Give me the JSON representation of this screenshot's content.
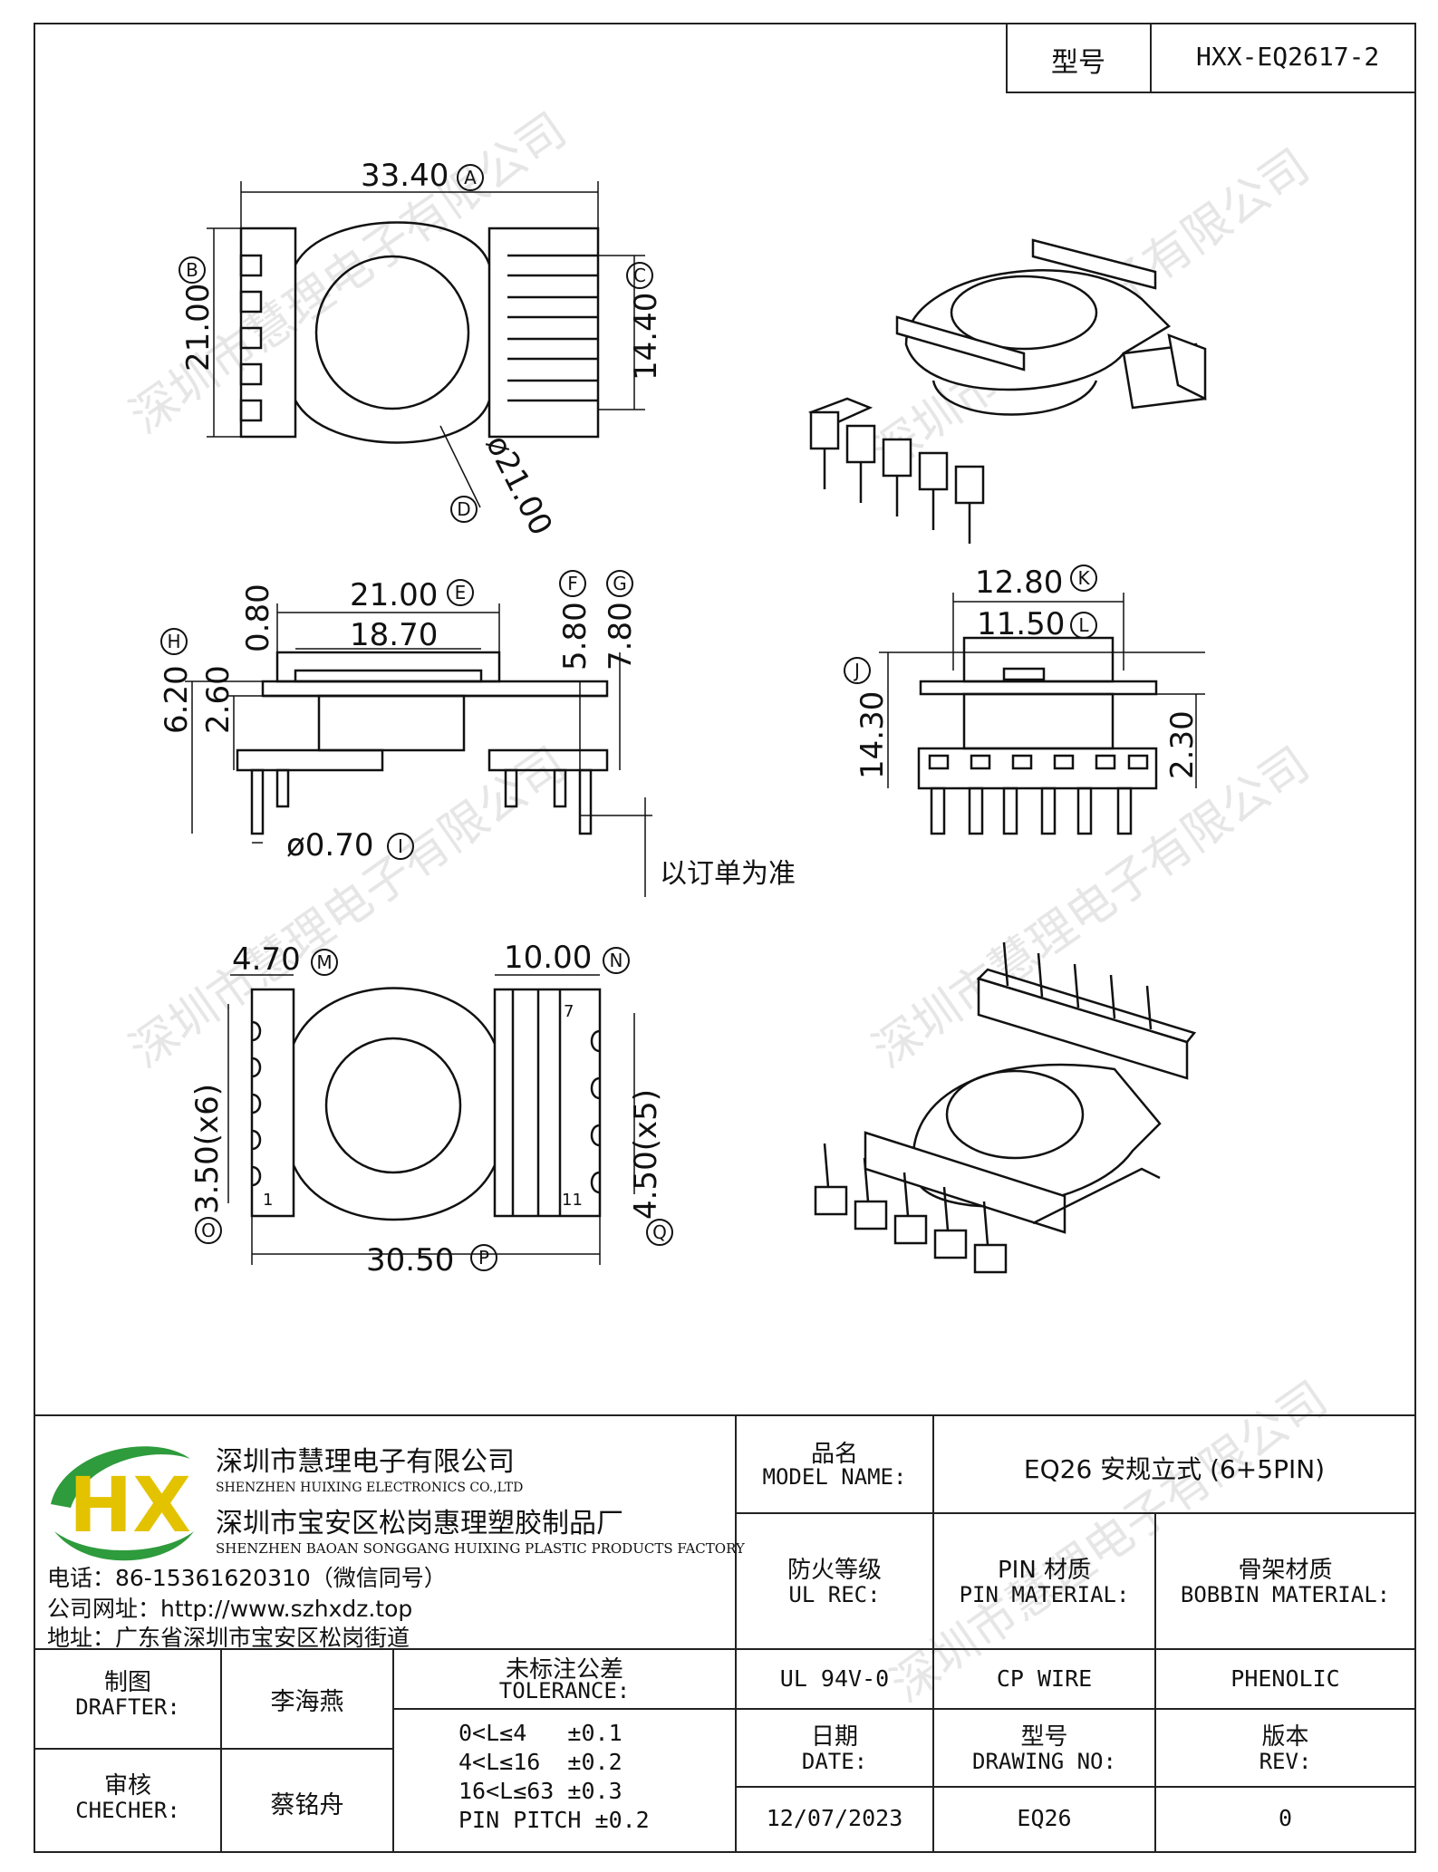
{
  "title_block_top": {
    "model_label": "型号",
    "model_value": "HXX-EQ2617-2"
  },
  "watermark": "深圳市慧理电子有限公司",
  "views": {
    "top": {
      "dim_a": "33.40",
      "dim_b": "21.00",
      "dim_c": "14.40",
      "dim_d": "ø21.00",
      "tags": [
        "A",
        "B",
        "C",
        "D"
      ]
    },
    "side": {
      "dim_e": "21.00",
      "dim_e2": "18.70",
      "dim_080": "0.80",
      "dim_f": "5.80",
      "dim_g": "7.80",
      "dim_h": "6.20",
      "dim_260": "2.60",
      "dim_i": "ø0.70",
      "note": "以订单为准",
      "tags": [
        "E",
        "F",
        "G",
        "H",
        "I"
      ]
    },
    "end": {
      "dim_k": "12.80",
      "dim_l": "11.50",
      "dim_j": "14.30",
      "dim_230": "2.30",
      "tags": [
        "K",
        "L",
        "J"
      ]
    },
    "bottom": {
      "dim_m": "4.70",
      "dim_n": "10.00",
      "dim_o": "3.50(x6)",
      "dim_q": "4.50(x5)",
      "dim_p": "30.50",
      "pin7": "7",
      "pin1": "1",
      "pin11": "11",
      "tags": [
        "M",
        "N",
        "O",
        "Q",
        "P"
      ]
    }
  },
  "company": {
    "logo": "HX",
    "name_cn": "深圳市慧理电子有限公司",
    "name_en": "SHENZHEN HUIXING ELECTRONICS CO.,LTD",
    "factory_cn": "深圳市宝安区松岗惠理塑胶制品厂",
    "factory_en": "SHENZHEN BAOAN SONGGANG HUIXING PLASTIC PRODUCTS FACTORY",
    "phone": "电话：86-15361620310（微信同号）",
    "website": "公司网址：http://www.szhxdz.top",
    "address": "地址：广东省深圳市宝安区松岗街道"
  },
  "title_block": {
    "model_name_cn": "品名",
    "model_name_en": "MODEL NAME:",
    "model_name_value": "EQ26 安规立式 (6+5PIN)",
    "fire_cn": "防火等级",
    "fire_en": "UL REC:",
    "pin_mat_cn": "PIN 材质",
    "pin_mat_en": "PIN MATERIAL:",
    "bobbin_cn": "骨架材质",
    "bobbin_en": "BOBBIN MATERIAL:",
    "fire_value": "UL 94V-0",
    "pin_value": "CP WIRE",
    "bobbin_value": "PHENOLIC",
    "date_cn": "日期",
    "date_en": "DATE:",
    "drawing_cn": "型号",
    "drawing_en": "DRAWING NO:",
    "rev_cn": "版本",
    "rev_en": "REV:",
    "date_value": "12/07/2023",
    "drawing_value": "EQ26",
    "rev_value": "0",
    "drafter_cn": "制图",
    "drafter_en": "DRAFTER:",
    "drafter_name": "李海燕",
    "checker_cn": "审核",
    "checker_en": "CHECHER:",
    "checker_name": "蔡铭舟",
    "tol_cn": "未标注公差",
    "tol_en": "TOLERANCE:",
    "tol_lines": [
      "0<L≤4   ±0.1",
      "4<L≤16  ±0.2",
      "16<L≤63 ±0.3",
      "PIN PITCH ±0.2"
    ]
  }
}
